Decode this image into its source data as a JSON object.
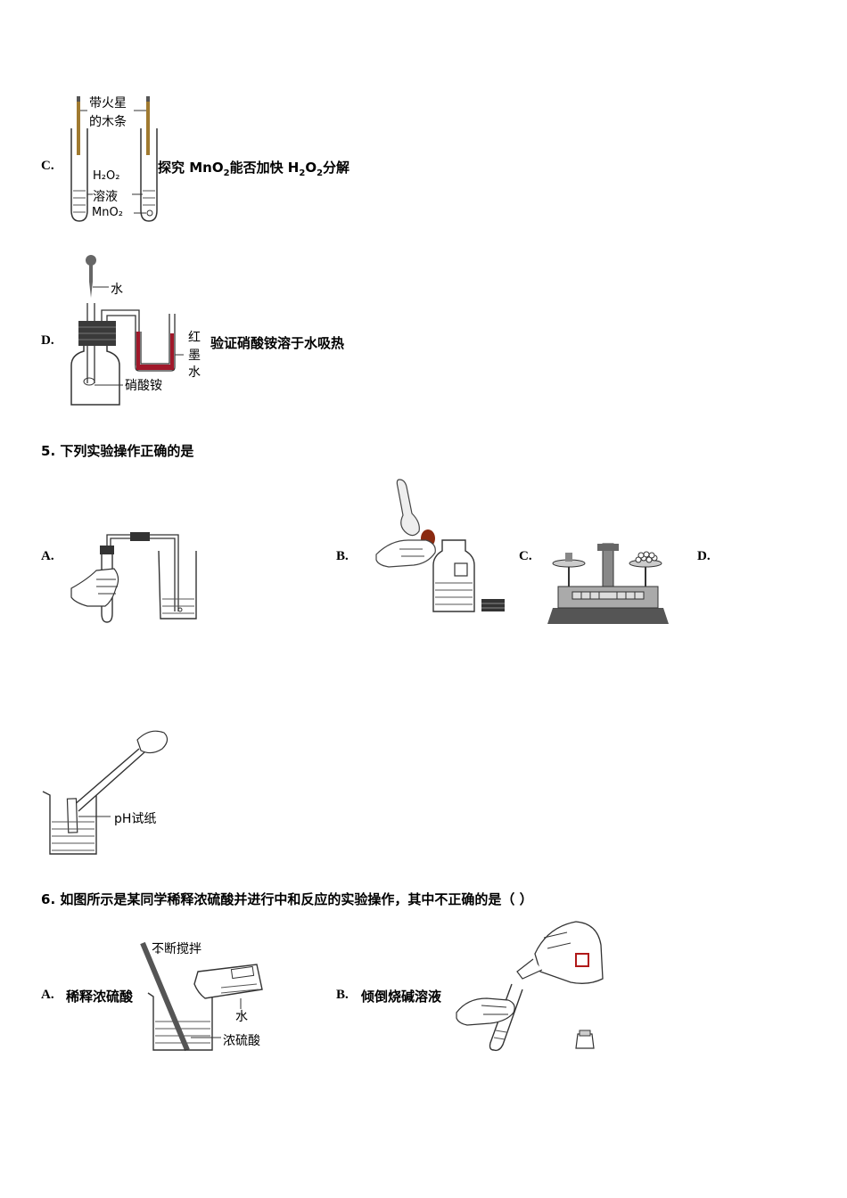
{
  "q4": {
    "C": {
      "letter": "C.",
      "caption_pre": "探究 MnO",
      "caption_sub1": "2",
      "caption_mid": "能否加快 H",
      "caption_sub2": "2",
      "caption_o": "O",
      "caption_sub3": "2",
      "caption_post": "分解",
      "label_stick_line1": "带火星",
      "label_stick_line2": "的木条",
      "label_h2o2_line1": "H₂O₂",
      "label_h2o2_line2": "溶液",
      "label_mno2": "MnO₂"
    },
    "D": {
      "letter": "D.",
      "caption": "验证硝酸铵溶于水吸热",
      "label_water": "水",
      "label_red_ink": [
        "红",
        "墨",
        "水"
      ],
      "label_salt": "硝酸铵"
    }
  },
  "q5": {
    "number": "5",
    "stem": "下列实验操作正确的是",
    "options": [
      {
        "letter": "A."
      },
      {
        "letter": "B."
      },
      {
        "letter": "C."
      },
      {
        "letter": "D."
      }
    ],
    "label_ph_paper": "pH试纸"
  },
  "q6": {
    "number": "6",
    "stem": "如图所示是某同学稀释浓硫酸并进行中和反应的实验操作，其中不正确的是（   ）",
    "A": {
      "letter": "A.",
      "caption": "稀释浓硫酸",
      "label_stir": "不断搅拌",
      "label_water": "水",
      "label_acid": "浓硫酸"
    },
    "B": {
      "letter": "B.",
      "caption": "倾倒烧碱溶液"
    }
  }
}
